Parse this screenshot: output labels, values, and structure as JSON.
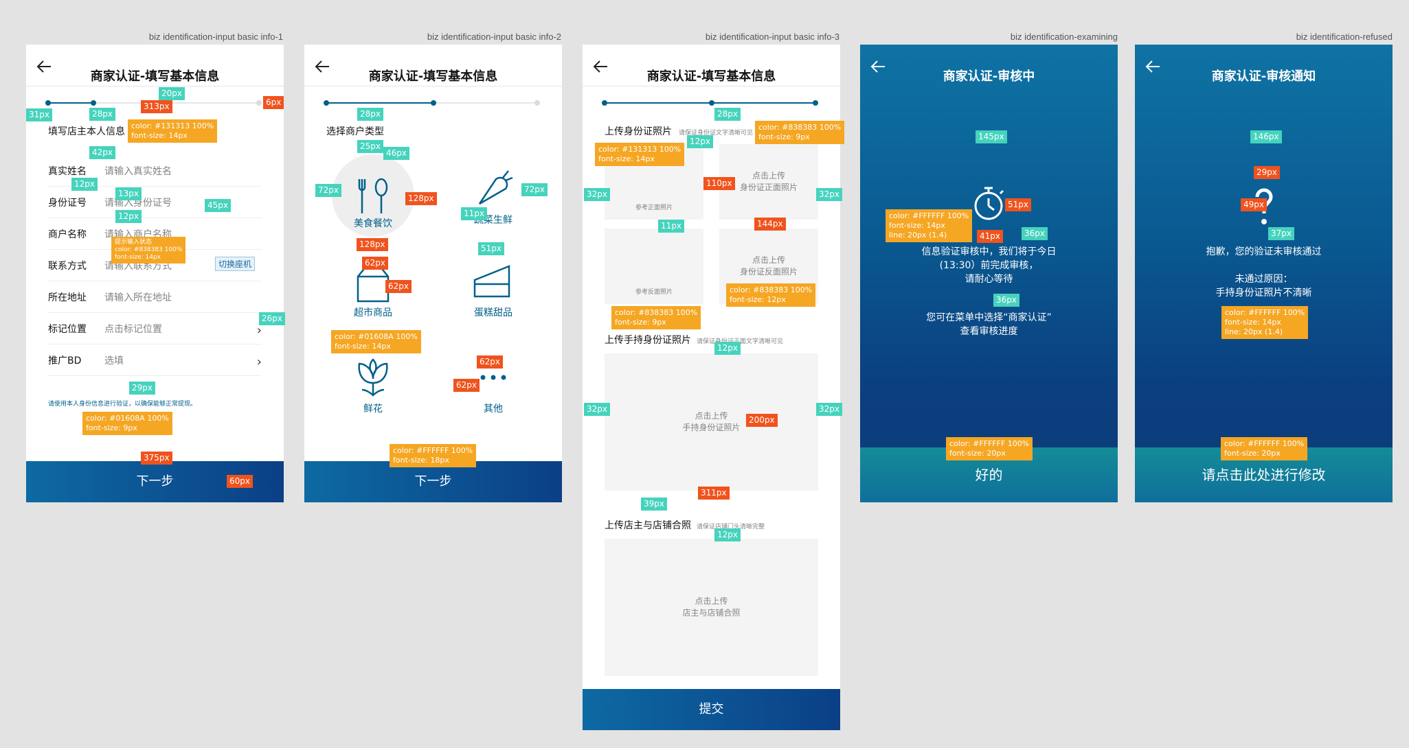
{
  "screens": [
    {
      "label": "biz identification-input basic info-1",
      "title": "商家认证-填写基本信息"
    },
    {
      "label": "biz identification-input basic info-2",
      "title": "商家认证-填写基本信息"
    },
    {
      "label": "biz identification-input basic info-3",
      "title": "商家认证-填写基本信息"
    },
    {
      "label": "biz identification-examining",
      "title": "商家认证-审核中"
    },
    {
      "label": "biz identification-refused",
      "title": "商家认证-审核通知"
    }
  ],
  "s1": {
    "section": "填写店主本人信息",
    "rows": [
      {
        "label": "真实姓名",
        "placeholder": "请输入真实姓名"
      },
      {
        "label": "身份证号",
        "placeholder": "请输入身份证号"
      },
      {
        "label": "商户名称",
        "placeholder": "请输入商户名称"
      },
      {
        "label": "联系方式",
        "placeholder": "请输入联系方式"
      },
      {
        "label": "所在地址",
        "placeholder": "请输入所在地址"
      },
      {
        "label": "标记位置",
        "placeholder": "点击标记位置"
      },
      {
        "label": "推广BD",
        "placeholder": "选填"
      }
    ],
    "switch_label": "切换座机",
    "note": "请使用本人身份信息进行验证，以确保能够正常提现。",
    "button": "下一步"
  },
  "s2": {
    "section": "选择商户类型",
    "categories": [
      "美食餐饮",
      "蔬菜生鲜",
      "超市商品",
      "蛋糕甜品",
      "鲜花",
      "其他"
    ],
    "button": "下一步"
  },
  "s3": {
    "sec1": "上传身份证照片",
    "sec1_hint": "请保证身份证文字清晰可见",
    "up_front": "点击上传\n身份证正面照片",
    "ref_front": "参考正面照片",
    "up_back": "点击上传\n身份证反面照片",
    "ref_back": "参考反面照片",
    "sec2": "上传手持身份证照片",
    "sec2_hint": "请保证身份证正面文字清晰可见",
    "up_hold": "点击上传\n手持身份证照片",
    "sec3": "上传店主与店铺合照",
    "sec3_hint": "请保证店铺门头清晰完整",
    "up_shop": "点击上传\n店主与店铺合照",
    "button": "提交"
  },
  "s4": {
    "msg1": "信息验证审核中，我们将于今日\n(13:30）前完成审核，\n请耐心等待",
    "msg2": "您可在菜单中选择“商家认证”\n查看审核进度",
    "button": "好的"
  },
  "s5": {
    "msg1": "抱歉，您的验证未审核通过",
    "msg2": "未通过原因：\n手持身份证照片不清晰",
    "button": "请点击此处进行修改"
  },
  "annotations": {
    "s1_313": "313px",
    "s1_20": "20px",
    "s1_6": "6px",
    "s1_31": "31px",
    "s1_28": "28px",
    "s1_color": "color: #131313 100%\nfont-size: 14px",
    "s1_42": "42px",
    "s1_12a": "12px",
    "s1_13": "13px",
    "s1_45": "45px",
    "s1_12b": "12px",
    "s1_hint_state": "提示输入状态\ncolor: #838383 100%\nfont-size: 14px",
    "s1_26": "26px",
    "s1_29": "29px",
    "s1_note_color": "color: #01608A 100%\nfont-size: 9px",
    "s1_375": "375px",
    "s1_60": "60px",
    "s2_28": "28px",
    "s2_25": "25px",
    "s2_46": "46px",
    "s2_72a": "72px",
    "s2_128a": "128px",
    "s2_128b": "128px",
    "s2_11": "11px",
    "s2_72b": "72px",
    "s2_51": "51px",
    "s2_62a": "62px",
    "s2_62b": "62px",
    "s2_color": "color: #01608A 100%\nfont-size: 14px",
    "s2_62c": "62px",
    "s2_62d": "62px",
    "s2_btn_color": "color: #FFFFFF 100%\nfont-size: 18px",
    "s3_28": "28px",
    "s3_12a": "12px",
    "s3_color1": "color: #838383 100%\nfont-size: 9px",
    "s3_color2": "color: #131313 100%\nfont-size: 14px",
    "s3_32a": "32px",
    "s3_110": "110px",
    "s3_32b": "32px",
    "s3_11": "11px",
    "s3_144": "144px",
    "s3_color3": "color: #838383 100%\nfont-size: 12px",
    "s3_color4": "color: #838383 100%\nfont-size: 9px",
    "s3_12b": "12px",
    "s3_32c": "32px",
    "s3_200": "200px",
    "s3_32d": "32px",
    "s3_311": "311px",
    "s3_39": "39px",
    "s3_12c": "12px",
    "s4_145": "145px",
    "s4_51": "51px",
    "s4_color": "color: #FFFFFF 100%\nfont-size: 14px\nline: 20px (1.4)",
    "s4_41": "41px",
    "s4_36a": "36px",
    "s4_36b": "36px",
    "s4_btn_color": "color: #FFFFFF 100%\nfont-size: 20px",
    "s5_146": "146px",
    "s5_29": "29px",
    "s5_49": "49px",
    "s5_37": "37px",
    "s5_color": "color: #FFFFFF 100%\nfont-size: 14px\nline: 20px (1.4)",
    "s5_btn_color": "color: #FFFFFF 100%\nfont-size: 20px"
  },
  "colors": {
    "primary": "#01608a",
    "text": "#131313",
    "placeholder": "#838383",
    "annotation_teal": "#46d3bd",
    "annotation_red": "#f0531d",
    "annotation_orange": "#f5a623"
  }
}
